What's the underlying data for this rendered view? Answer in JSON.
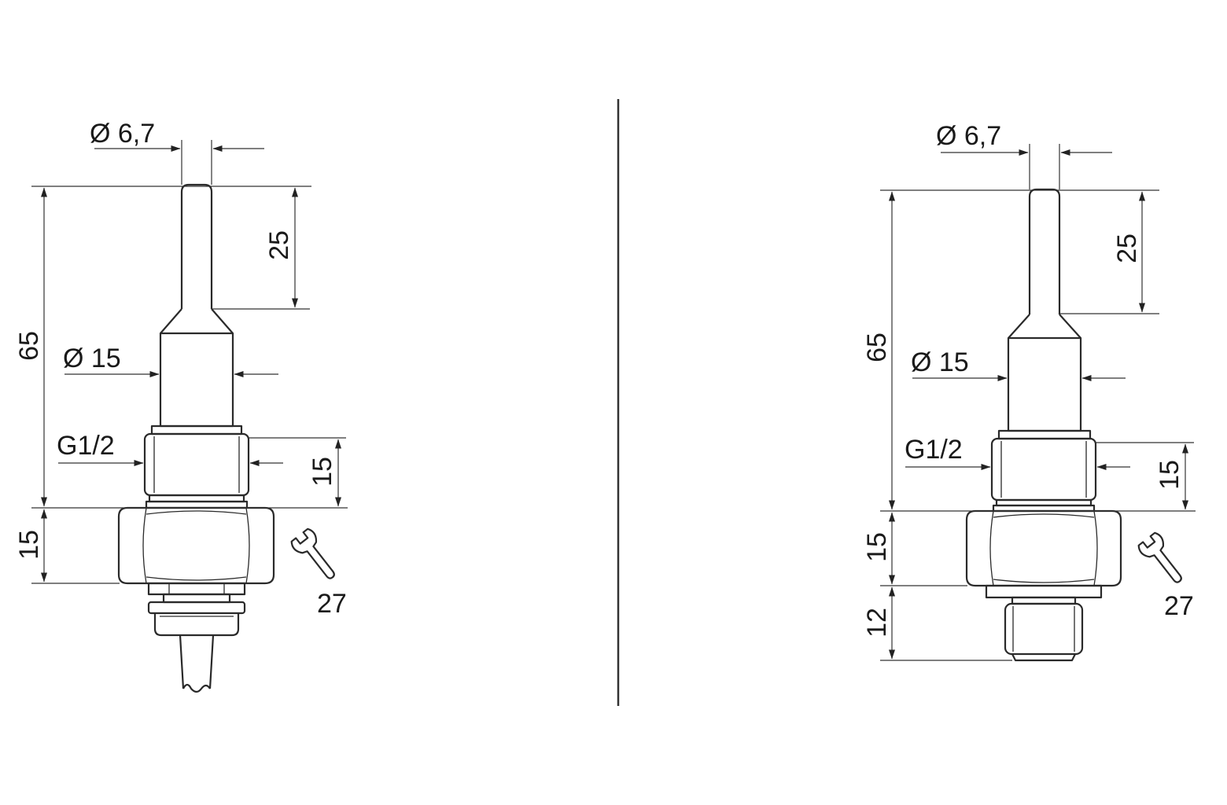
{
  "divider_color": "#333333",
  "line_color": "#2a2a2a",
  "left_variant": {
    "dia_tip": "Ø 6,7",
    "dia_body": "Ø 15",
    "thread": "G1/2",
    "len_total": "65",
    "len_tip": "25",
    "len_thread": "15",
    "len_hex": "15",
    "wrench": "27",
    "wrench_icon": "spanner-icon"
  },
  "right_variant": {
    "dia_tip": "Ø 6,7",
    "dia_body": "Ø 15",
    "thread": "G1/2",
    "len_total": "65",
    "len_tip": "25",
    "len_thread": "15",
    "len_hex": "15",
    "len_connector": "12",
    "wrench": "27",
    "wrench_icon": "spanner-icon"
  }
}
